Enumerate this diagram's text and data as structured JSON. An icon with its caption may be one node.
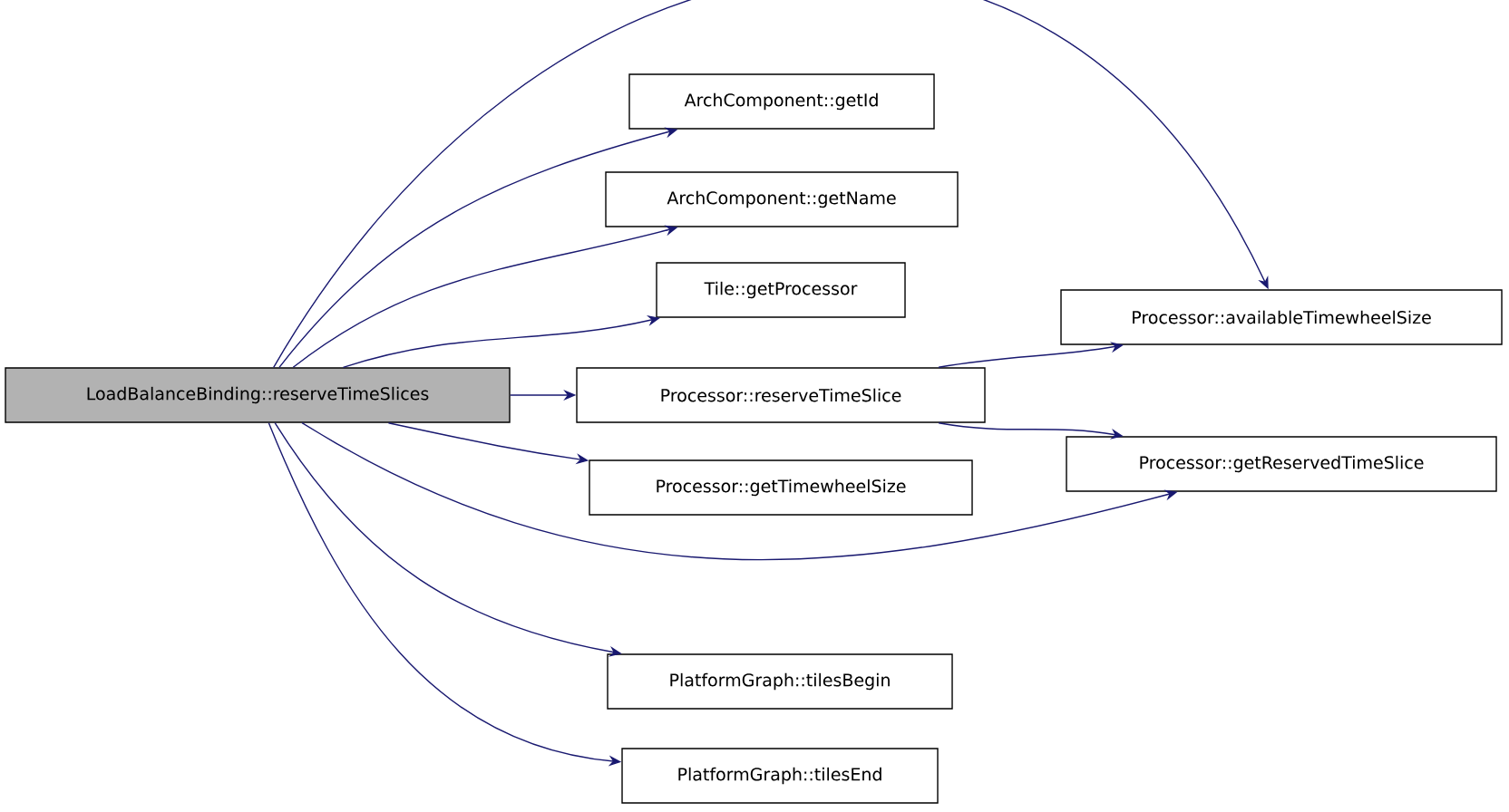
{
  "diagram": {
    "nodes": [
      {
        "text": [
          "LoadBalanceBinding::reserveTimeSlices"
        ]
      },
      {
        "text": [
          "ArchComponent::getId"
        ]
      },
      {
        "text": [
          "ArchComponent::getName"
        ]
      },
      {
        "text": [
          "Tile::getProcessor"
        ]
      },
      {
        "text": [
          "Processor::reserveTimeSlice"
        ]
      },
      {
        "text": [
          "Processor::getTimewheelSize"
        ]
      },
      {
        "text": [
          "PlatformGraph::tilesBegin"
        ]
      },
      {
        "text": [
          "PlatformGraph::tilesEnd"
        ]
      },
      {
        "text": [
          "Processor::availableTimewheelSize"
        ]
      },
      {
        "text": [
          "Processor::getReservedTimeSlice"
        ]
      }
    ],
    "edges": [
      {
        "from": 0,
        "to": 8,
        "arrow": "to"
      },
      {
        "from": 0,
        "to": 1,
        "arrow": "to"
      },
      {
        "from": 0,
        "to": 2,
        "arrow": "to"
      },
      {
        "from": 0,
        "to": 3,
        "arrow": "to"
      },
      {
        "from": 0,
        "to": 4,
        "arrow": "to"
      },
      {
        "from": 0,
        "to": 5,
        "arrow": "to"
      },
      {
        "from": 0,
        "to": 9,
        "arrow": "to"
      },
      {
        "from": 0,
        "to": 6,
        "arrow": "to"
      },
      {
        "from": 0,
        "to": 7,
        "arrow": "to"
      },
      {
        "from": 4,
        "to": 8,
        "arrow": "to"
      },
      {
        "from": 4,
        "to": 9,
        "arrow": "to"
      }
    ]
  }
}
